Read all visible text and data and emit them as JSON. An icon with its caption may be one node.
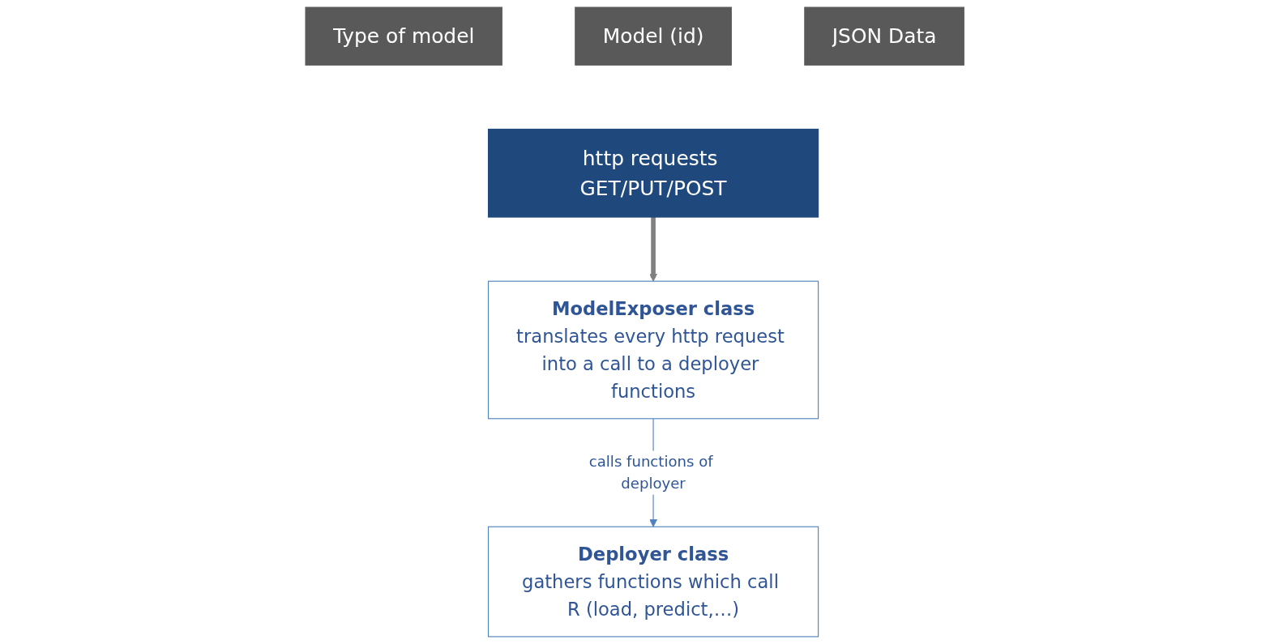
{
  "diagram": {
    "nodes": [
      {
        "text": [
          "Type of model"
        ]
      },
      {
        "text": [
          "Model (id)"
        ]
      },
      {
        "text": [
          "JSON Data"
        ]
      },
      {
        "text": [
          "http requests GET/PUT/POST"
        ]
      },
      {
        "text": [
          "ModelExposer class",
          "translates every http request into a call to a deployer functions"
        ]
      },
      {
        "text": [
          "Deployer class",
          "gathers functions which call R (load, predict,…)"
        ]
      }
    ],
    "edges": [
      {
        "from": 3,
        "to": 4,
        "arrow": "to",
        "style": "thick",
        "color": "#808080"
      },
      {
        "from": 4,
        "to": 5,
        "arrow": "to",
        "label": "calls functions of deployer"
      }
    ]
  }
}
